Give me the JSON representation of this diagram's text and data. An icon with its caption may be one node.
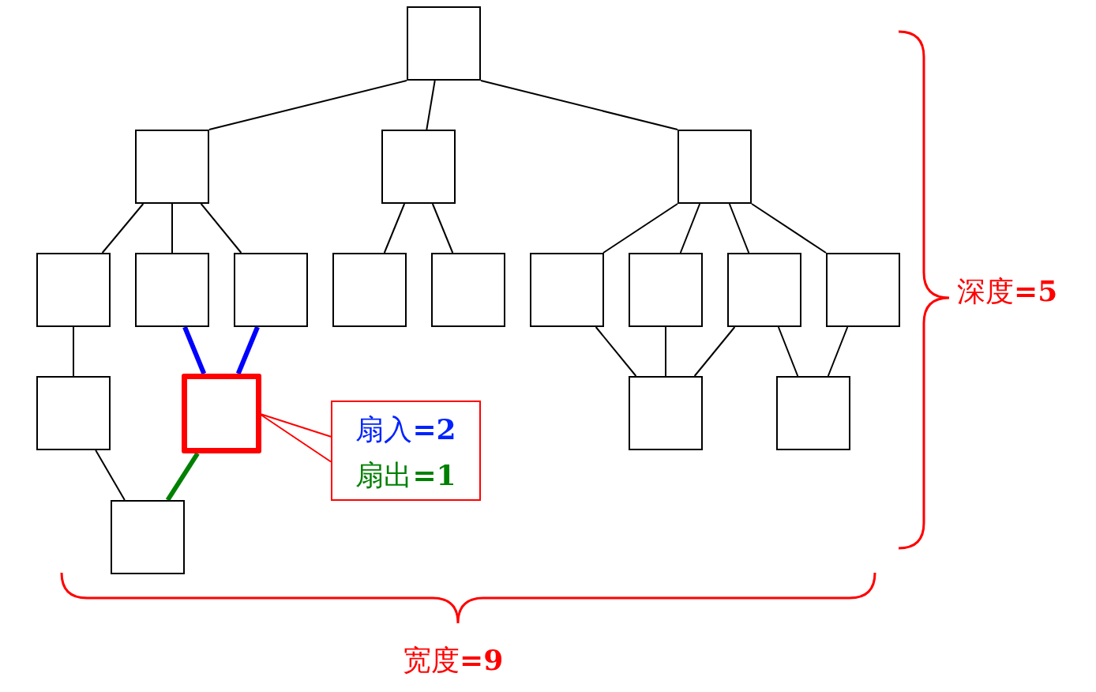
{
  "diagram": {
    "nodes": [
      {
        "text": [],
        "shape": "box"
      },
      {
        "text": [],
        "shape": "box"
      },
      {
        "text": [],
        "shape": "box"
      },
      {
        "text": [],
        "shape": "box"
      },
      {
        "text": [],
        "shape": "box"
      },
      {
        "text": [],
        "shape": "box"
      },
      {
        "text": [],
        "shape": "box"
      },
      {
        "text": [],
        "shape": "box"
      },
      {
        "text": [],
        "shape": "box"
      },
      {
        "text": [],
        "shape": "box"
      },
      {
        "text": [],
        "shape": "box"
      },
      {
        "text": [],
        "shape": "box"
      },
      {
        "text": [],
        "shape": "box"
      },
      {
        "text": [],
        "shape": "box"
      },
      {
        "text": [],
        "shape": "box"
      },
      {
        "text": [],
        "shape": "box"
      },
      {
        "text": [],
        "shape": "box"
      },
      {
        "text": [],
        "shape": "box"
      },
      {
        "text": [
          "扇入**=2**",
          "扇出**=1**"
        ]
      }
    ],
    "edges": [
      {
        "from": 0,
        "to": 1,
        "arrow": "none"
      },
      {
        "from": 0,
        "to": 2,
        "arrow": "none"
      },
      {
        "from": 0,
        "to": 3,
        "arrow": "none"
      },
      {
        "from": 1,
        "to": 4,
        "arrow": "none"
      },
      {
        "from": 1,
        "to": 5,
        "arrow": "none"
      },
      {
        "from": 1,
        "to": 6,
        "arrow": "none"
      },
      {
        "from": 2,
        "to": 7,
        "arrow": "none"
      },
      {
        "from": 2,
        "to": 8,
        "arrow": "none"
      },
      {
        "from": 3,
        "to": 9,
        "arrow": "none"
      },
      {
        "from": 3,
        "to": 10,
        "arrow": "none"
      },
      {
        "from": 3,
        "to": 11,
        "arrow": "none"
      },
      {
        "from": 3,
        "to": 12,
        "arrow": "none"
      },
      {
        "from": 4,
        "to": 13,
        "arrow": "none"
      },
      {
        "from": 5,
        "to": 14,
        "arrow": "none",
        "style": "thick",
        "color": "#0000ff"
      },
      {
        "from": 6,
        "to": 14,
        "arrow": "none",
        "style": "thick",
        "color": "#0000ff"
      },
      {
        "from": 13,
        "to": 17,
        "arrow": "none"
      },
      {
        "from": 14,
        "to": 17,
        "arrow": "none",
        "style": "thick",
        "color": "#008000"
      },
      {
        "from": 9,
        "to": 15,
        "arrow": "none"
      },
      {
        "from": 10,
        "to": 15,
        "arrow": "none"
      },
      {
        "from": 11,
        "to": 15,
        "arrow": "none"
      },
      {
        "from": 11,
        "to": 16,
        "arrow": "none"
      },
      {
        "from": 12,
        "to": 16,
        "arrow": "none"
      },
      {
        "from": 18,
        "to": 14,
        "arrow": "none",
        "color": "#ff0000"
      }
    ],
    "labels": [
      "深度**=5**",
      "宽度**=9**"
    ]
  }
}
